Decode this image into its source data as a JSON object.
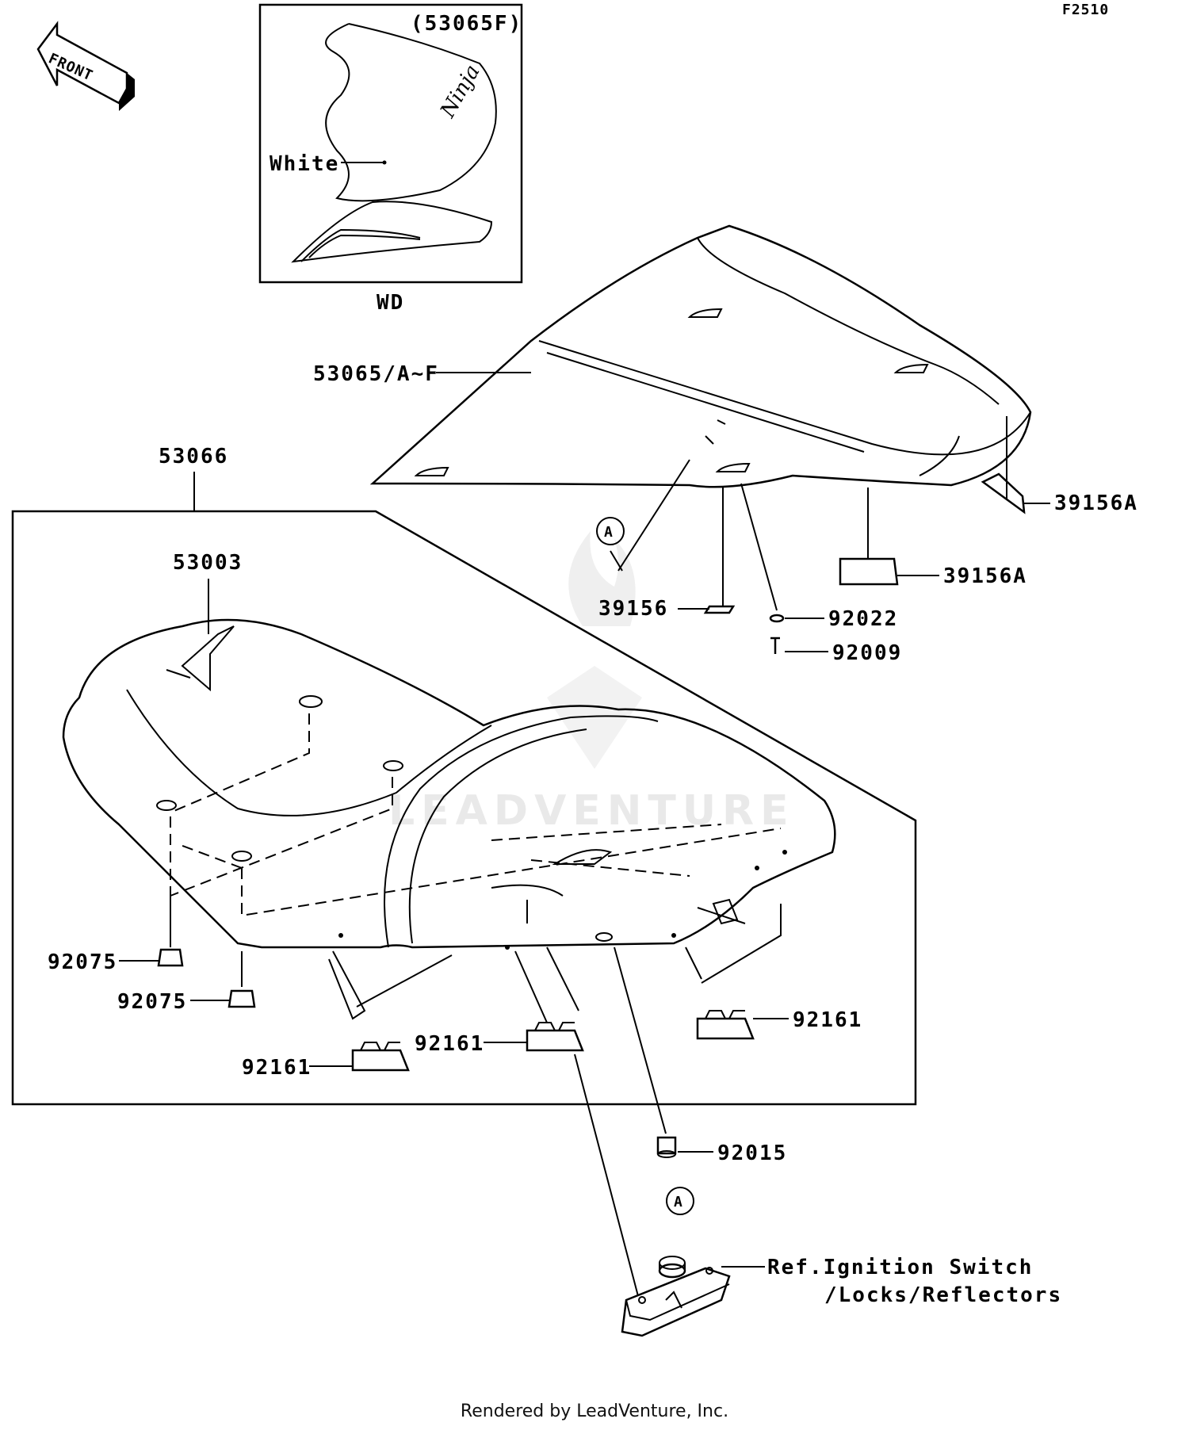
{
  "diagram_id": "F2510",
  "front_label": "FRONT",
  "watermark": "LEADVENTURE",
  "inset": {
    "code": "(53065F)",
    "color_label": "White",
    "variant_label": "WD"
  },
  "callouts": {
    "seat_cover": "53065/A~F",
    "seat_assy": "53066",
    "seat_pad": "53003",
    "pad_a": "39156A",
    "pad_b": "39156A",
    "bracket": "39156",
    "washer": "92022",
    "bolt": "92009",
    "damper_1": "92075",
    "damper_2": "92075",
    "clip_1": "92161",
    "clip_2": "92161",
    "clip_3": "92161",
    "collar": "92015",
    "ref_a_top": "A",
    "ref_a_bottom": "A",
    "ref_line1": "Ref.Ignition Switch",
    "ref_line2": "/Locks/Reflectors"
  },
  "footer": "Rendered by LeadVenture, Inc."
}
